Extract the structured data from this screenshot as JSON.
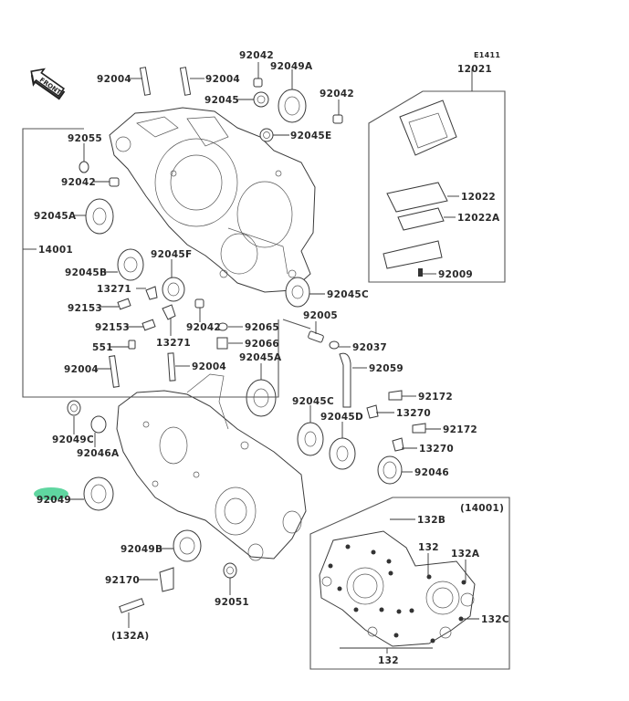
{
  "diagram": {
    "title": "Crankcase",
    "catalog_code": "E1411",
    "front_marker": "FRONT",
    "highlight_color": "#5fd6a0",
    "highlighted_part": "92049",
    "labels": {
      "stud_left": "92004",
      "stud_right": "92004",
      "pin_top": "92042",
      "seal_top": "92049A",
      "seal_small": "92045",
      "pin_right": "92042",
      "bearing_e": "92045E",
      "oring": "92055",
      "pin_left": "92042",
      "bearing_a_top": "92045A",
      "crankcase_assy": "14001",
      "bearing_f": "92045F",
      "bearing_b": "92045B",
      "bracket_1": "13271",
      "bolt_1": "92153",
      "bolt_2": "92153",
      "bracket_2": "13271",
      "pin_mid": "92042",
      "washer": "92065",
      "plug": "92066",
      "bearing_c_top": "92045C",
      "pin_551": "551",
      "stud_lower_left": "92004",
      "stud_lower_right": "92004",
      "bearing_a_lower": "92045A",
      "fitting": "92005",
      "clamp": "92037",
      "hose": "92059",
      "reed_valve_assy": "12021",
      "reed": "12022",
      "stopper": "12022A",
      "screw_reed": "92009",
      "bolt_172_a": "92172",
      "guide_a": "13270",
      "bolt_172_b": "92172",
      "guide_b": "13270",
      "needle_bearing": "92046",
      "seal_c": "92049C",
      "needle_a": "92046A",
      "bearing_c_lower": "92045C",
      "bearing_d": "92045D",
      "seal_main": "92049",
      "seal_b": "92049B",
      "clip": "92170",
      "bolt_132a": "(132A)",
      "seal_51": "92051"
    },
    "inset": {
      "ref": "(14001)",
      "bolt_132b": "132B",
      "bolt_132_top": "132",
      "bolt_132a": "132A",
      "bolt_132c": "132C",
      "bolt_132_bottom": "132"
    }
  }
}
